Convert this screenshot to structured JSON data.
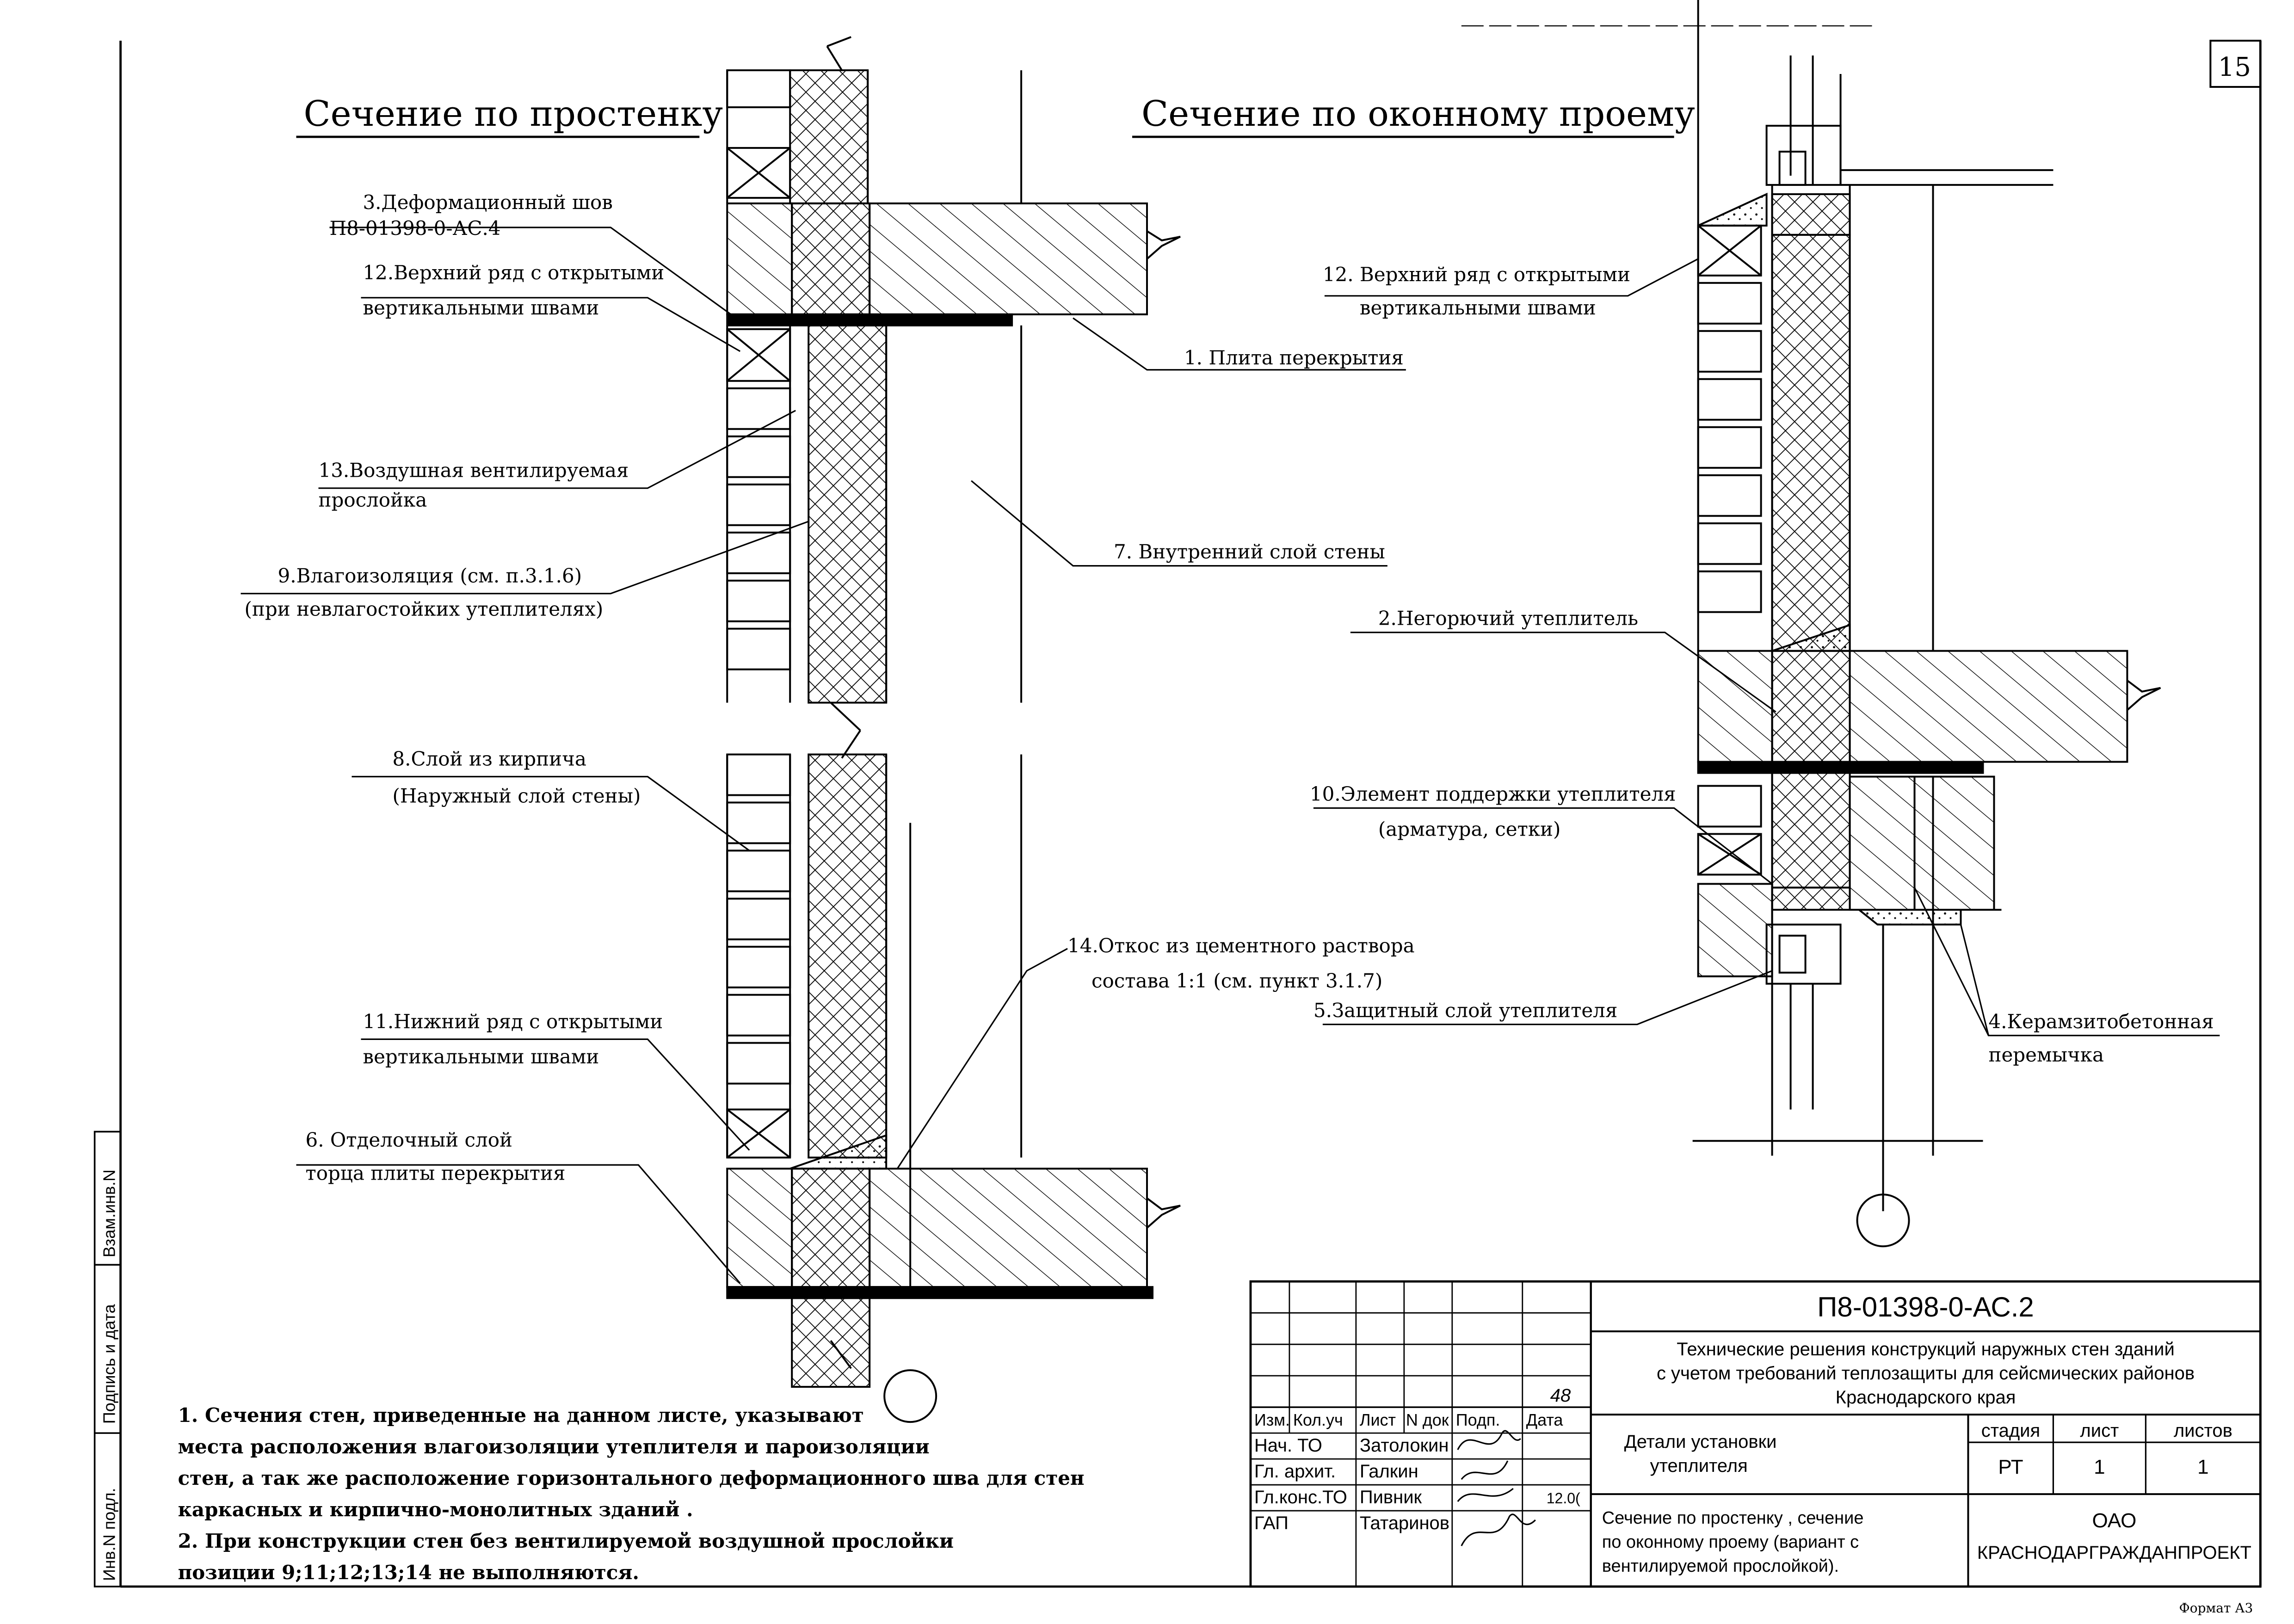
{
  "sheet_number": "15",
  "format_label": "Формат  А3",
  "titles": {
    "left": "Сечение по простенку",
    "right": "Сечение по  оконному проему"
  },
  "callouts": {
    "c3_line1": "3.Деформационный шов",
    "c3_line2": "П8-01398-0-АС.4",
    "c12_line1": "12.Верхний ряд с открытыми",
    "c12_line2": "вертикальными швами",
    "c1": "1. Плита перекрытия",
    "c13_line1": "13.Воздушная вентилируемая",
    "c13_line2": "прослойка",
    "c7": "7. Внутренний слой стены",
    "c9_line1": "9.Влагоизоляция (см.   п.3.1.6)",
    "c9_line2": "(при невлагостойких утеплителях)",
    "c8_line1": "8.Слой из кирпича",
    "c8_line2": "(Наружный слой стены)",
    "c14_line1": "14.Откос из цементного раствора",
    "c14_line2": "состава 1:1 (см. пункт 3.1.7)",
    "c11_line1": "11.Нижний ряд с открытыми",
    "c11_line2": "вертикальными швами",
    "c6_line1": "6. Отделочный слой",
    "c6_line2": "торца плиты перекрытия",
    "r12_line1": "12. Верхний ряд с открытыми",
    "r12_line2": "вертикальными швами",
    "c2": "2.Негорючий утеплитель",
    "c10_line1": "10.Элемент поддержки утеплителя",
    "c10_line2": "(арматура, сетки)",
    "c5": "5.Защитный слой утеплителя",
    "c4_line1": "4.Керамзитобетонная",
    "c4_line2": "перемычка"
  },
  "notes": {
    "n1": "1. Сечения стен, приведенные на данном листе, указывают",
    "n2": "места расположения влагоизоляции утеплителя и пароизоляции",
    "n3": "стен, а так же расположение горизонтального деформационного шва для стен",
    "n4": "каркасных и кирпично-монолитных зданий .",
    "n5": "2. При  конструкции стен без вентилируемой воздушной прослойки",
    "n6": "позиции 9;11;12;13;14   не выполняются."
  },
  "side_stamp": {
    "inv_podl": "Инв.N подл.",
    "podpis_data": "Подпись и дата",
    "vzam_inv": "Взам.инв.N"
  },
  "title_block": {
    "doc_code": "П8-01398-0-АС.2",
    "project_line1": "Технические решения конструкций наружных стен зданий",
    "project_line2": "с учетом требований теплозащиты для сейсмических районов",
    "project_line3": "Краснодарского края",
    "headers": {
      "izm": "Изм.",
      "kol_uch": "Кол.уч",
      "list": "Лист",
      "n_dok": "N док",
      "podp": "Подп.",
      "data": "Дата"
    },
    "handwritten_number": "48",
    "staff": [
      {
        "role": "Нач. ТО",
        "name": "Затолокин"
      },
      {
        "role": "Гл. архит.",
        "name": "Галкин"
      },
      {
        "role": "Гл.конс.ТО",
        "name": "Пивник",
        "date": "12.0("
      },
      {
        "role": "ГАП",
        "name": "Татаринов"
      }
    ],
    "drawing_title_line1": "Детали установки",
    "drawing_title_line2": "утеплителя",
    "sheet_desc_line1": "Сечение по простенку       , сечение",
    "sheet_desc_line2": "по оконному проему (вариант с",
    "sheet_desc_line3": "вентилируемой прослойкой).",
    "stage_label": "стадия",
    "sheet_label": "лист",
    "sheets_label": "листов",
    "stage": "РТ",
    "sheet": "1",
    "sheets": "1",
    "org_line1": "ОАО",
    "org_line2": "КРАСНОДАРГРАЖДАНПРОЕКТ"
  }
}
